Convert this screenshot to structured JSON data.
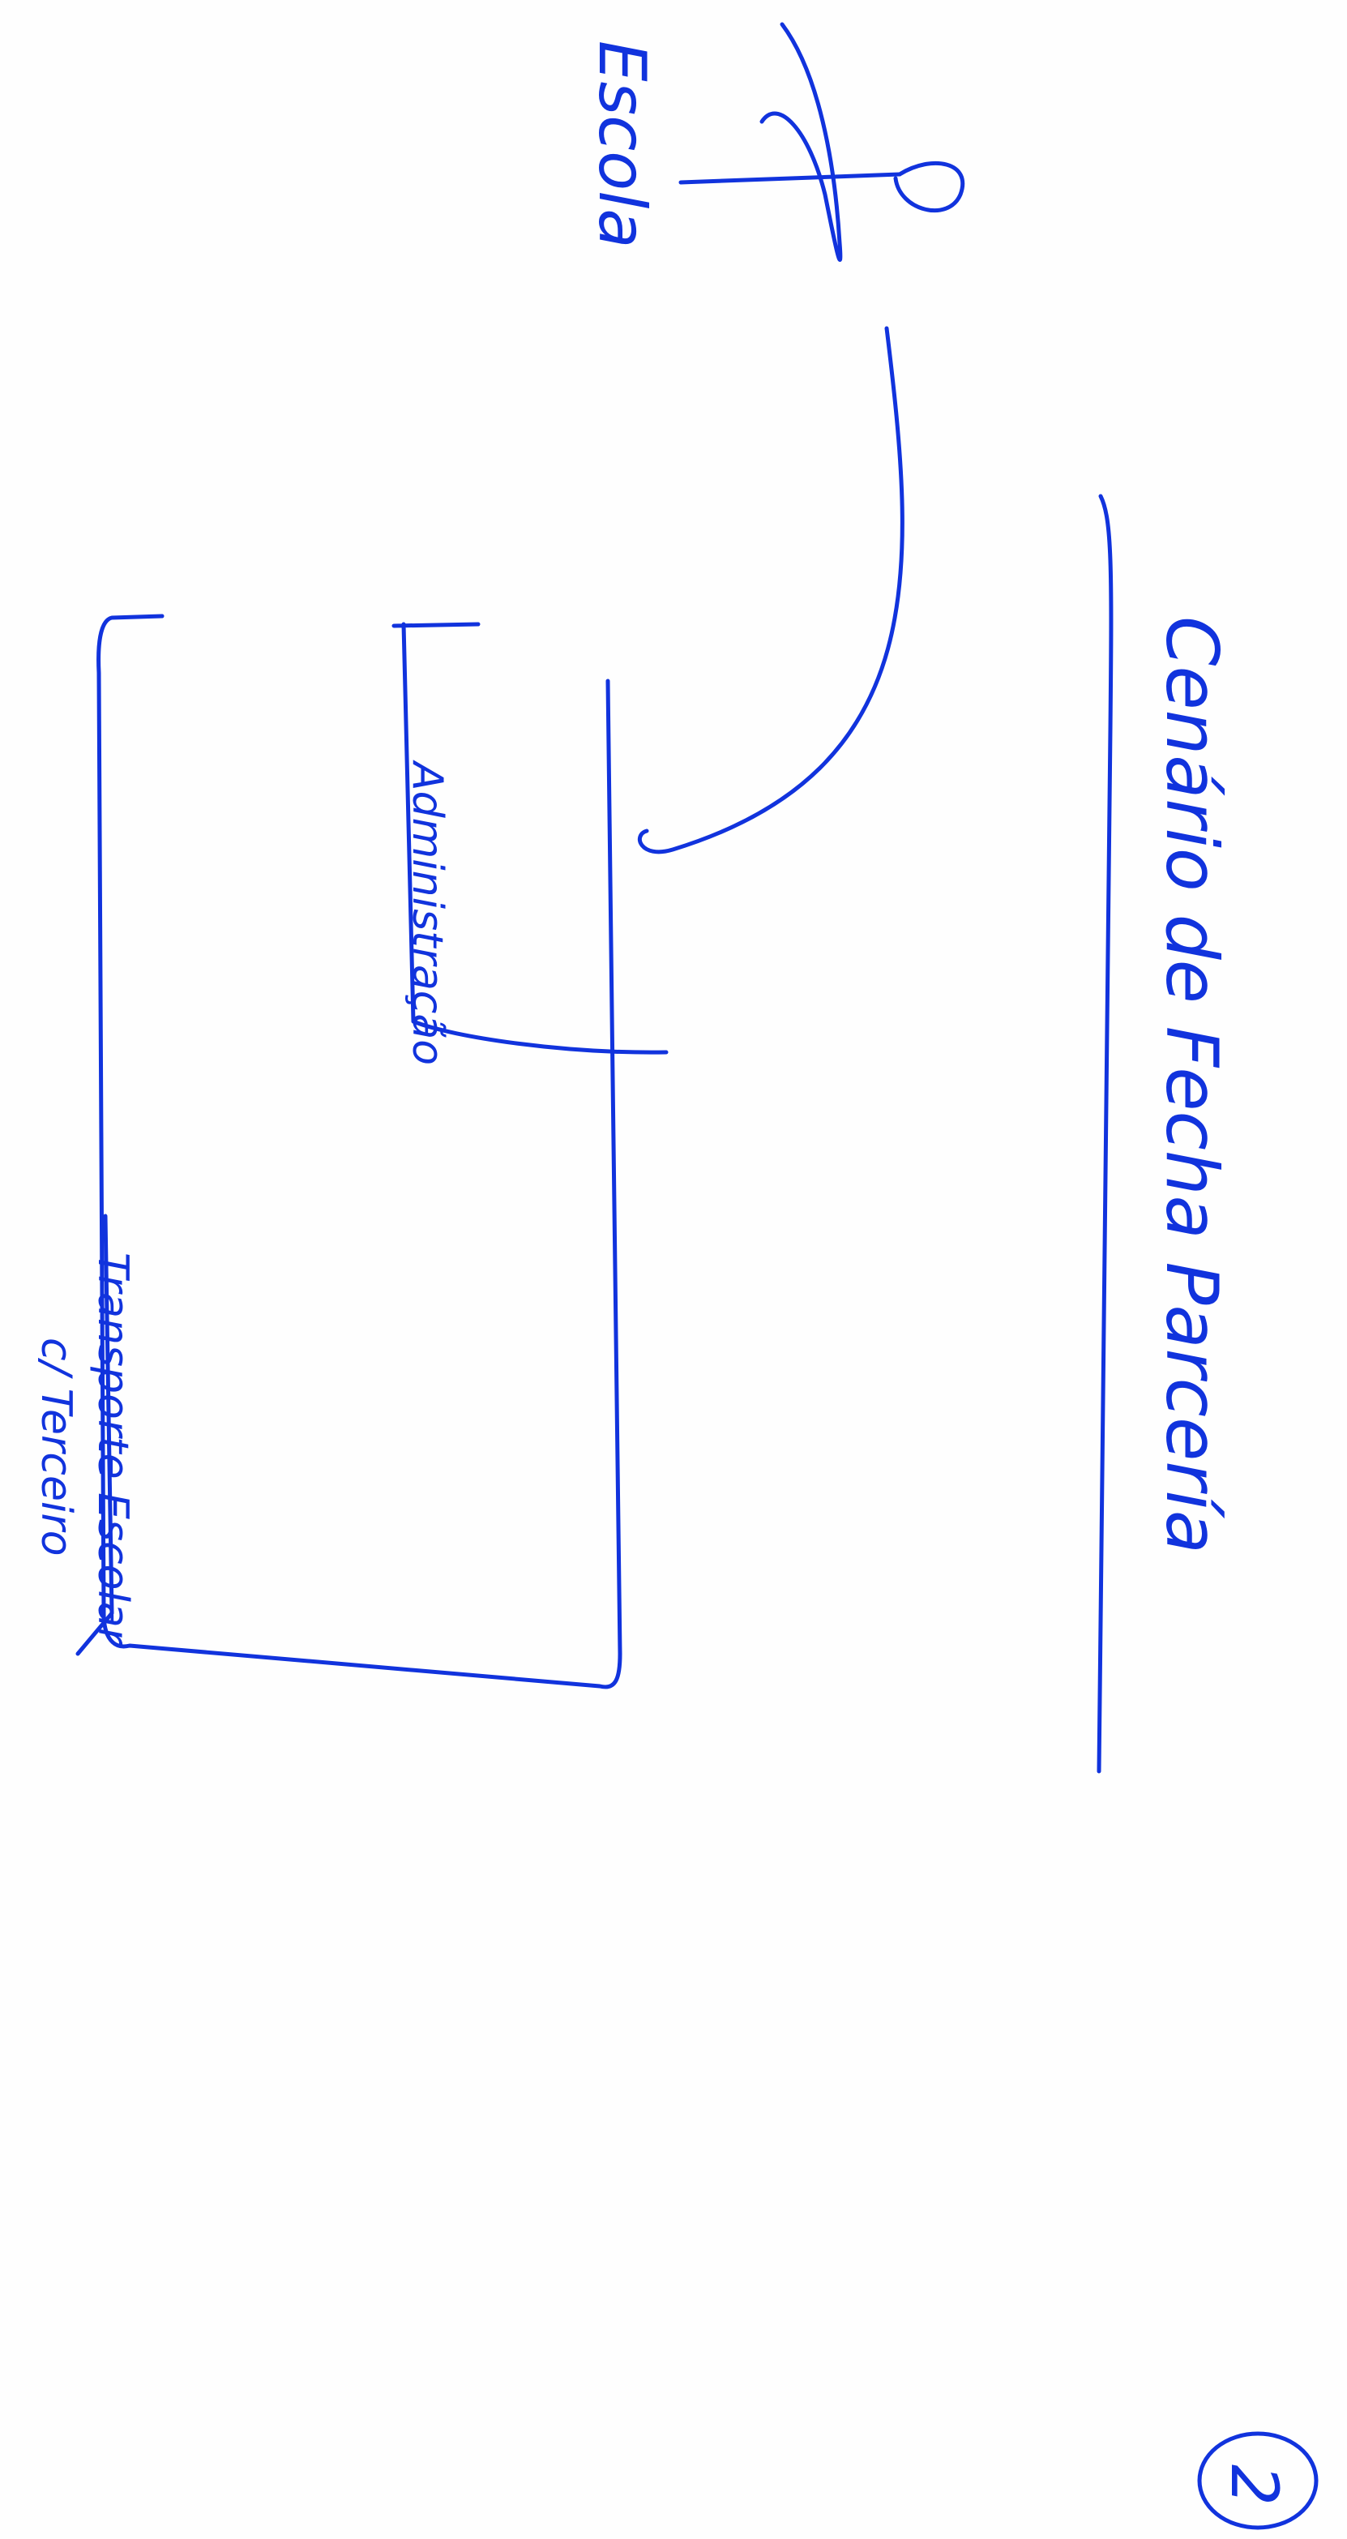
{
  "document": {
    "title": "Cenário de Fecha Parcería",
    "entity_school": "Escola",
    "label_administration": "Administração",
    "label_transport": "Transporte Escolar",
    "label_third_party": "c/ Terceiro",
    "page_number": "2",
    "ink_color": "#1133dd"
  }
}
